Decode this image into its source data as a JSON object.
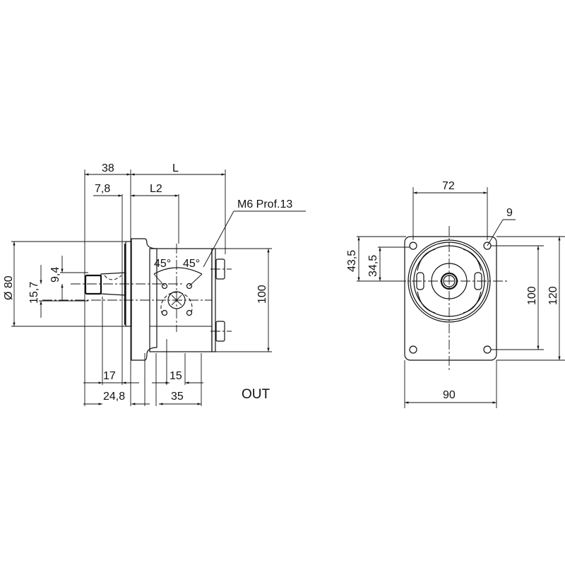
{
  "drawing": {
    "subject": "Hydraulic gear pump dimension drawing",
    "side_view": {
      "dims": {
        "shaft_length": "38",
        "body_length": "L",
        "shaft_offset": "7,8",
        "port_position": "L2",
        "thread_note": "M6 Prof.13",
        "flange_diameter": "Ø 80",
        "shaft_dia_a": "9,4",
        "shaft_dia_b": "15,7",
        "angle_left": "45°",
        "angle_right": "45°",
        "height": "100",
        "dim_17": "17",
        "dim_24_8": "24,8",
        "dim_15": "15",
        "dim_35": "35",
        "port_label": "OUT"
      }
    },
    "front_view": {
      "dims": {
        "hole_spacing_h": "72",
        "hole_dia": "9",
        "offset_43_5": "43,5",
        "offset_34_5": "34,5",
        "hole_spacing_v": "100",
        "height": "120",
        "width": "90"
      }
    }
  }
}
